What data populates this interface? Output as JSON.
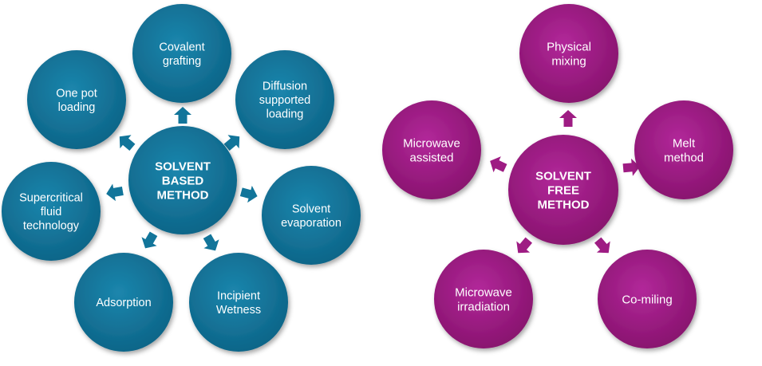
{
  "colors": {
    "blue_main": "#12759a",
    "blue_dark": "#0b5875",
    "magenta_main": "#9e1c83",
    "magenta_dark": "#6e0f5a"
  },
  "solvent_based": {
    "center_lines": [
      "SOLVENT",
      "BASED",
      "METHOD"
    ],
    "nodes": [
      {
        "id": "covalent-grafting",
        "lines": [
          "Covalent",
          "grafting"
        ]
      },
      {
        "id": "diffusion-supported-loading",
        "lines": [
          "Diffusion",
          "supported",
          "loading"
        ]
      },
      {
        "id": "solvent-evaporation",
        "lines": [
          "Solvent",
          "evaporation"
        ]
      },
      {
        "id": "incipient-wetness",
        "lines": [
          "Incipient",
          "Wetness"
        ]
      },
      {
        "id": "adsorption",
        "lines": [
          "Adsorption"
        ]
      },
      {
        "id": "supercritical-fluid-technology",
        "lines": [
          "Supercritical",
          "fluid",
          "technology"
        ]
      },
      {
        "id": "one-pot-loading",
        "lines": [
          "One pot",
          "loading"
        ]
      }
    ]
  },
  "solvent_free": {
    "center_lines": [
      "SOLVENT",
      "FREE",
      "METHOD"
    ],
    "nodes": [
      {
        "id": "physical-mixing",
        "lines": [
          "Physical",
          "mixing"
        ]
      },
      {
        "id": "melt-method",
        "lines": [
          "Melt",
          "method"
        ]
      },
      {
        "id": "co-miling",
        "lines": [
          "Co-miling"
        ]
      },
      {
        "id": "microwave-irradiation",
        "lines": [
          "Microwave",
          "irradiation"
        ]
      },
      {
        "id": "microwave-assisted",
        "lines": [
          "Microwave",
          "assisted"
        ]
      }
    ]
  }
}
